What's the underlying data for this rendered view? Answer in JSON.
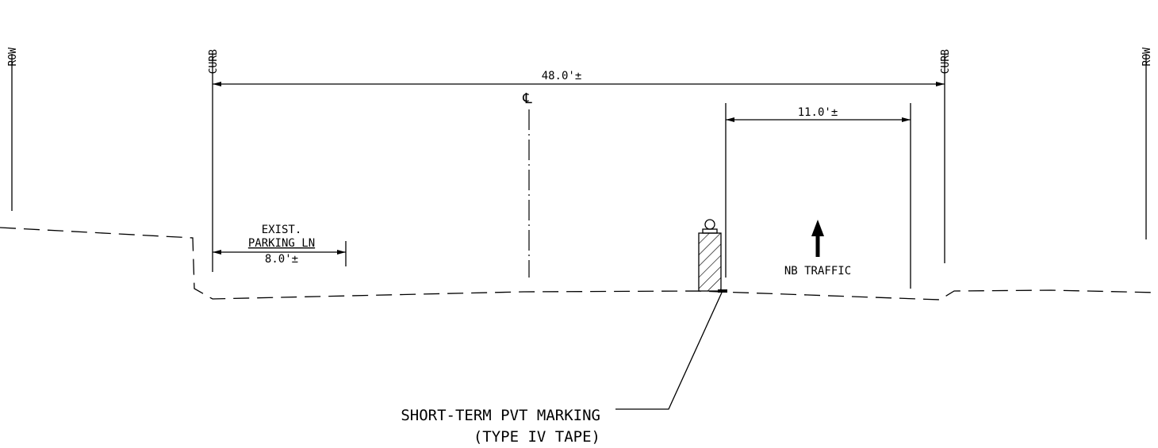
{
  "labels": {
    "row_left": "ROW",
    "curb_left": "CURB",
    "curb_right": "CURB",
    "row_right": "ROW",
    "overall_width": "48.0'±",
    "centerline": "℄",
    "lane_width": "11.0'±",
    "parking_line1": "EXIST.",
    "parking_line2": "PARKING LN",
    "parking_width": "8.0'±",
    "traffic": "NB TRAFFIC",
    "callout_line1": "SHORT-TERM PVT MARKING",
    "callout_line2": "(TYPE IV TAPE)"
  }
}
